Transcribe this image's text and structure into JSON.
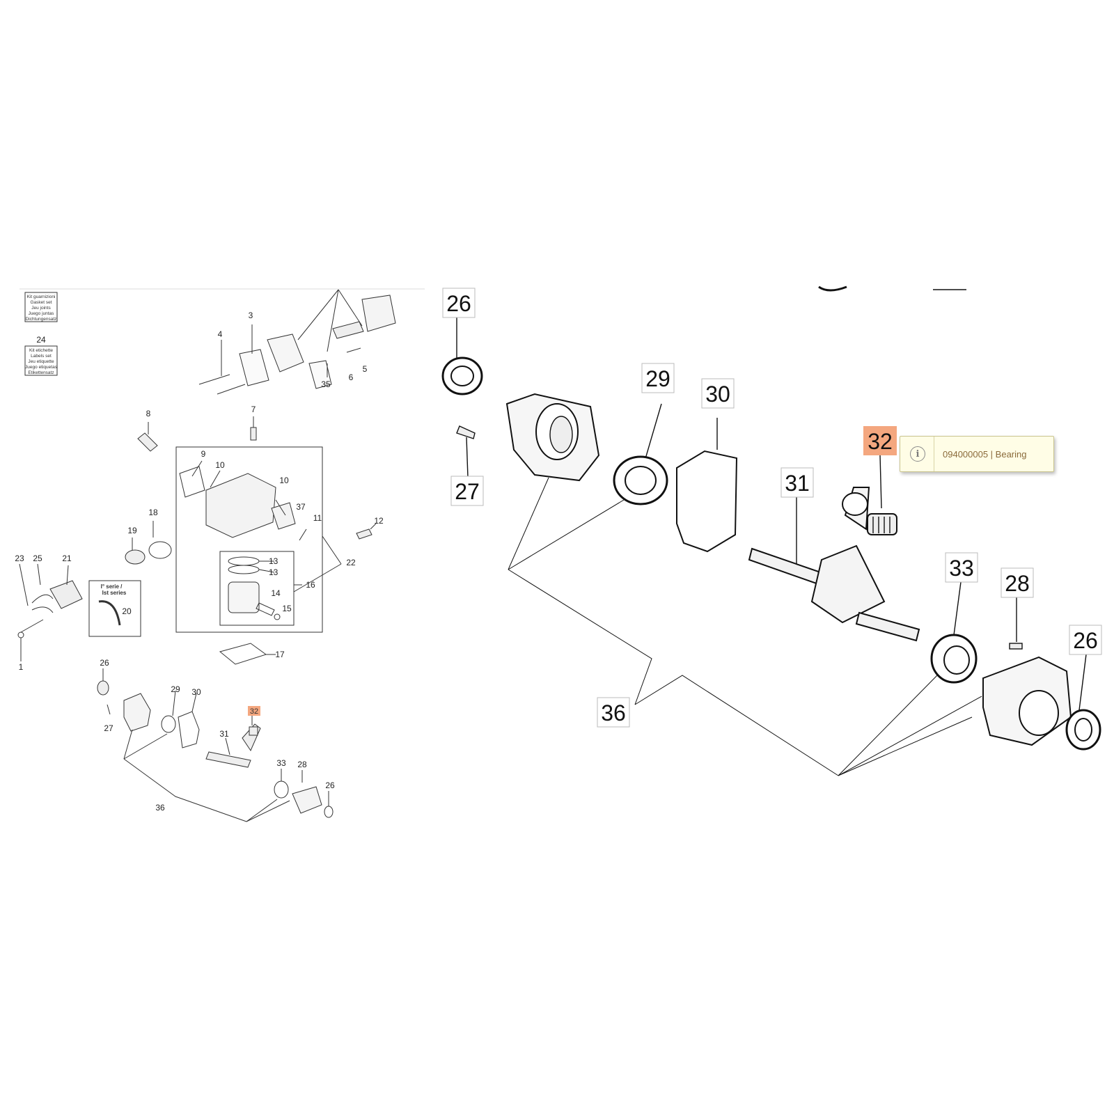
{
  "overview": {
    "kit_gasket": [
      "Kit guarnizioni",
      "Gasket set",
      "Jeu joints",
      "Juego juntas",
      "Dichtungensatz"
    ],
    "kit_labels_number": "24",
    "kit_labels": [
      "Kit etichette",
      "Labels set",
      "Jeu etiquette",
      "Juego etiquetas",
      "Etikettensatz"
    ],
    "series_note": [
      "I° serie /",
      "Ist series"
    ],
    "callouts": [
      {
        "id": "c3",
        "label": "3"
      },
      {
        "id": "c4",
        "label": "4"
      },
      {
        "id": "c35",
        "label": "35"
      },
      {
        "id": "c6",
        "label": "6"
      },
      {
        "id": "c5",
        "label": "5"
      },
      {
        "id": "c7",
        "label": "7"
      },
      {
        "id": "c8",
        "label": "8"
      },
      {
        "id": "c9",
        "label": "9"
      },
      {
        "id": "c10a",
        "label": "10"
      },
      {
        "id": "c10b",
        "label": "10"
      },
      {
        "id": "c37",
        "label": "37"
      },
      {
        "id": "c11",
        "label": "11"
      },
      {
        "id": "c12",
        "label": "12"
      },
      {
        "id": "c18",
        "label": "18"
      },
      {
        "id": "c19",
        "label": "19"
      },
      {
        "id": "c13a",
        "label": "13"
      },
      {
        "id": "c13b",
        "label": "13"
      },
      {
        "id": "c16",
        "label": "16"
      },
      {
        "id": "c14",
        "label": "14"
      },
      {
        "id": "c15",
        "label": "15"
      },
      {
        "id": "c22",
        "label": "22"
      },
      {
        "id": "c17",
        "label": "17"
      },
      {
        "id": "c23",
        "label": "23"
      },
      {
        "id": "c25",
        "label": "25"
      },
      {
        "id": "c21",
        "label": "21"
      },
      {
        "id": "c20",
        "label": "20"
      },
      {
        "id": "c1",
        "label": "1"
      },
      {
        "id": "c26a",
        "label": "26"
      },
      {
        "id": "c27",
        "label": "27"
      },
      {
        "id": "c29",
        "label": "29"
      },
      {
        "id": "c30",
        "label": "30"
      },
      {
        "id": "c31",
        "label": "31"
      },
      {
        "id": "c33",
        "label": "33"
      },
      {
        "id": "c28",
        "label": "28"
      },
      {
        "id": "c26b",
        "label": "26"
      },
      {
        "id": "c36",
        "label": "36"
      }
    ],
    "highlight_label": "32"
  },
  "detail": {
    "callouts": [
      {
        "id": "d26a",
        "label": "26"
      },
      {
        "id": "d27",
        "label": "27"
      },
      {
        "id": "d29",
        "label": "29"
      },
      {
        "id": "d30",
        "label": "30"
      },
      {
        "id": "d31",
        "label": "31"
      },
      {
        "id": "d33",
        "label": "33"
      },
      {
        "id": "d28",
        "label": "28"
      },
      {
        "id": "d26b",
        "label": "26"
      },
      {
        "id": "d36",
        "label": "36"
      }
    ],
    "highlight_label": "32"
  },
  "tooltip": {
    "icon": "info-icon",
    "text": "094000005 | Bearing"
  },
  "colors": {
    "highlight": "#f4a77f",
    "tooltip_bg": "#fffde6",
    "line": "#222222"
  }
}
